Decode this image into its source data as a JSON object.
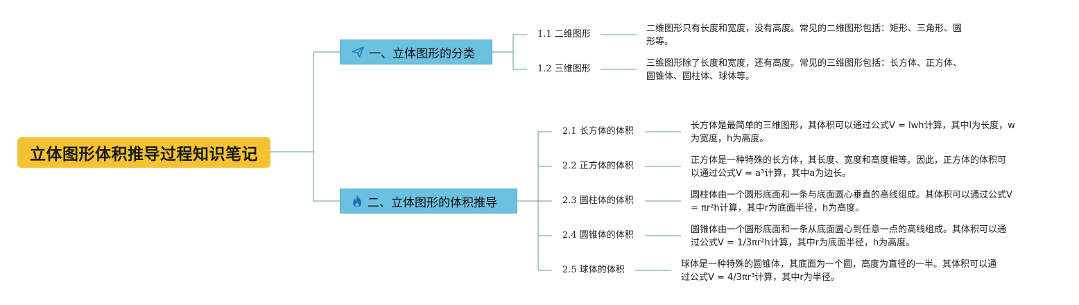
{
  "root": {
    "label": "立体图形体积推导过程知识笔记"
  },
  "branches": [
    {
      "label": "一、立体图形的分类",
      "icon": "paper-plane-icon",
      "items": [
        {
          "label": "1.1 二维图形",
          "desc": [
            "二维图形只有长度和宽度，没有高度。常见的二维图形包括：矩形、三角形、圆",
            "形等。"
          ]
        },
        {
          "label": "1.2 三维图形",
          "desc": [
            "三维图形除了长度和宽度，还有高度。常见的三维图形包括：长方体、正方体、",
            "圆锥体、圆柱体、球体等。"
          ]
        }
      ]
    },
    {
      "label": "二、立体图形的体积推导",
      "icon": "flame-icon",
      "items": [
        {
          "label": "2.1 长方体的体积",
          "desc": [
            "长方体是最简单的三维图形，其体积可以通过公式V = lwh计算，其中l为长度，w",
            "为宽度，h为高度。"
          ]
        },
        {
          "label": "2.2 正方体的体积",
          "desc": [
            "正方体是一种特殊的长方体，其长度、宽度和高度相等。因此，正方体的体积可",
            "以通过公式V = a³计算，其中a为边长。"
          ]
        },
        {
          "label": "2.3 圆柱体的体积",
          "desc": [
            "圆柱体由一个圆形底面和一条与底面圆心垂直的高线组成。其体积可以通过公式V",
            "= πr²h计算，其中r为底面半径，h为高度。"
          ]
        },
        {
          "label": "2.4 圆锥体的体积",
          "desc": [
            "圆锥体由一个圆形底面和一条从底面圆心到任意一点的高线组成。其体积可以通",
            "过公式V = 1/3πr²h计算，其中r为底面半径，h为高度。"
          ]
        },
        {
          "label": "2.5 球体的体积",
          "desc": [
            "球体是一种特殊的圆锥体，其底面为一个圆，高度为直径的一半。其体积可以通",
            "过公式V = 4/3πr³计算，其中r为半径。"
          ]
        }
      ]
    }
  ],
  "colors": {
    "root_fill": "#f4c233",
    "branch_fill": "#6cc0e0",
    "branch_border": "#54a8c8",
    "connector": "#7fb0a0",
    "plane_icon": "#2a7ab8",
    "flame_icon": "#1d6fb5"
  }
}
